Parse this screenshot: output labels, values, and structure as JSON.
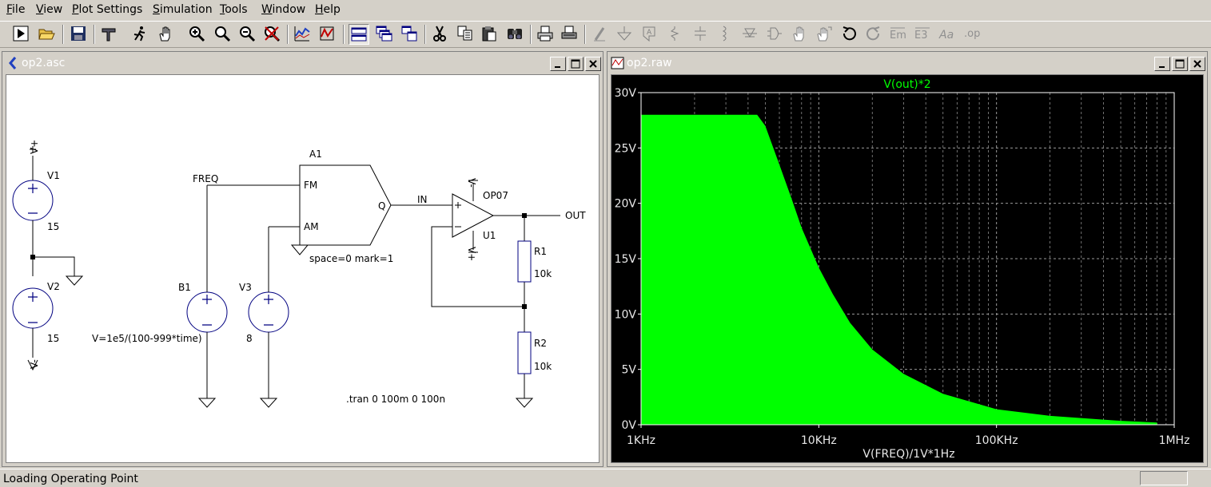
{
  "menu": [
    {
      "label": "File",
      "u": "F",
      "rest": "ile"
    },
    {
      "label": "View",
      "u": "V",
      "rest": "iew"
    },
    {
      "label": "Plot Settings",
      "u": "P",
      "rest": "lot Settings"
    },
    {
      "label": "Simulation",
      "u": "S",
      "rest": "imulation"
    },
    {
      "label": "Tools",
      "u": "T",
      "rest": "ools"
    },
    {
      "label": "Window",
      "u": "W",
      "rest": "indow"
    },
    {
      "label": "Help",
      "u": "H",
      "rest": "elp"
    }
  ],
  "toolbar": [
    "run-icon",
    "open-icon",
    "save-icon",
    "control-panel-icon",
    "halt-icon",
    "pan-hand-icon",
    "zoom-in-icon",
    "zoom-area-icon",
    "zoom-out-icon",
    "zoom-cancel-icon",
    "autorange-icon",
    "waveform-icon",
    "tile-vertical-icon",
    "cascade-icon",
    "tile-horizontal-icon",
    "cut-icon",
    "copy-icon",
    "paste-icon",
    "find-icon",
    "print-icon",
    "print-setup-icon",
    "draw-wire-icon",
    "ground-icon",
    "label-net-icon",
    "resistor-icon",
    "capacitor-icon",
    "inductor-icon",
    "diode-icon",
    "component-icon",
    "move-icon",
    "drag-icon",
    "undo-icon",
    "redo-icon",
    "rotate-icon",
    "mirror-icon",
    "text-icon",
    "spice-directive-icon"
  ],
  "schematic": {
    "window_title": "op2.asc",
    "labels": {
      "v1": "V1",
      "v1_value": "15",
      "v2": "V2",
      "v2_value": "15",
      "vplus": "V+",
      "vminus": "V-",
      "b1": "B1",
      "b1_value": "V=1e5/(100-999*time)",
      "v3": "V3",
      "v3_value": "8",
      "freq": "FREQ",
      "a1": "A1",
      "fm": "FM",
      "am": "AM",
      "q": "Q",
      "a1_params": "space=0 mark=1",
      "in": "IN",
      "opamp": "OP07",
      "u1": "U1",
      "out": "OUT",
      "op_vminus": "V-",
      "op_vplus": "V+",
      "r1": "R1",
      "r1_value": "10k",
      "r2": "R2",
      "r2_value": "10k",
      "directive": ".tran 0 100m 0 100n"
    }
  },
  "waveform": {
    "window_title": "op2.raw",
    "trace_label": "V(out)*2",
    "trace_color": "#00ff00",
    "x_label": "V(FREQ)/1V*1Hz"
  },
  "chart_data": {
    "type": "area",
    "title": "V(out)*2",
    "xlabel": "V(FREQ)/1V*1Hz",
    "ylabel": "",
    "x_scale": "log",
    "xlim": [
      1000,
      1000000
    ],
    "ylim": [
      0,
      30
    ],
    "x_ticks": [
      "1KHz",
      "10KHz",
      "100KHz",
      "1MHz"
    ],
    "y_ticks": [
      "0V",
      "5V",
      "10V",
      "15V",
      "20V",
      "25V",
      "30V"
    ],
    "grid": true,
    "series": [
      {
        "name": "V(out)*2",
        "color": "#00ff00",
        "x": [
          1000,
          2000,
          4000,
          4500,
          5000,
          6000,
          7000,
          8000,
          10000,
          12000,
          15000,
          20000,
          30000,
          50000,
          100000,
          200000,
          500000,
          800000
        ],
        "y": [
          28,
          28,
          28,
          28,
          27,
          23.5,
          20.5,
          17.8,
          14.2,
          11.8,
          9.2,
          6.8,
          4.6,
          2.8,
          1.4,
          0.8,
          0.35,
          0.2
        ]
      }
    ]
  },
  "status": {
    "text": "Loading Operating Point"
  }
}
